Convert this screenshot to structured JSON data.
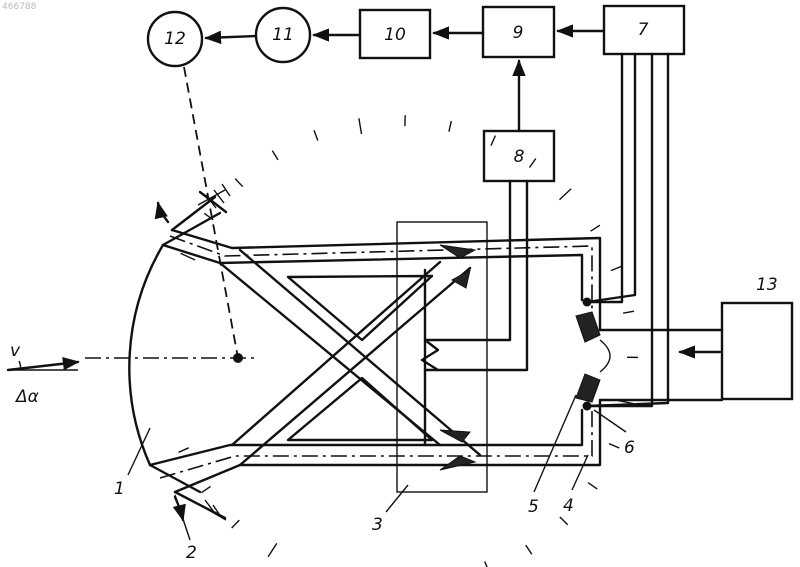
{
  "watermark": "466788",
  "blocks": {
    "b7": "7",
    "b8": "8",
    "b9": "9",
    "b10": "10",
    "b11": "11",
    "b12": "12",
    "b13": "13"
  },
  "labels": {
    "l1": "1",
    "l2": "2",
    "l3": "3",
    "l4": "4",
    "l5": "5",
    "l6": "6",
    "velocity": "v",
    "angle": "Δα"
  }
}
